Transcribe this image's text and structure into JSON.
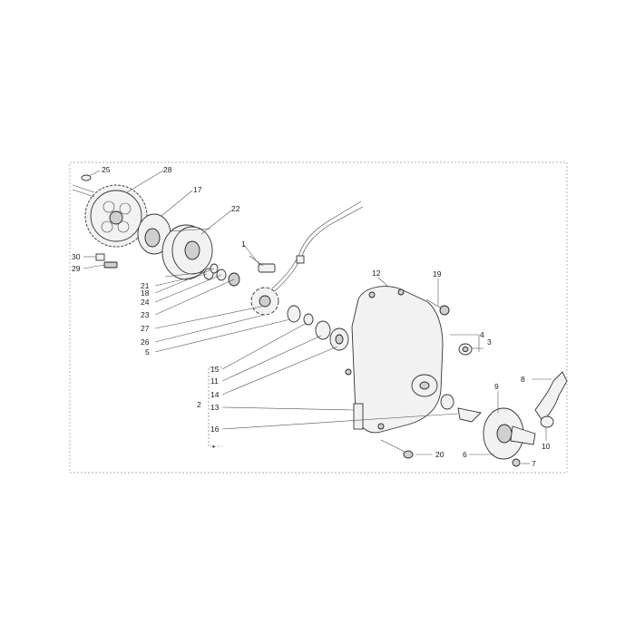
{
  "callouts": {
    "c1": "1",
    "c2": "2",
    "c3": "3",
    "c4": "4",
    "c5": "5",
    "c6": "6",
    "c7": "7",
    "c8": "8",
    "c9": "9",
    "c10": "10",
    "c11": "11",
    "c12": "12",
    "c13": "13",
    "c14": "14",
    "c15": "15",
    "c16": "16",
    "c17": "17",
    "c18": "18",
    "c19": "19",
    "c20": "20",
    "c21": "21",
    "c22": "22",
    "c23": "23",
    "c24": "24",
    "c25": "25",
    "c26": "26",
    "c27": "27",
    "c28": "28",
    "c29": "29",
    "c30": "30",
    "bullet": "•"
  }
}
